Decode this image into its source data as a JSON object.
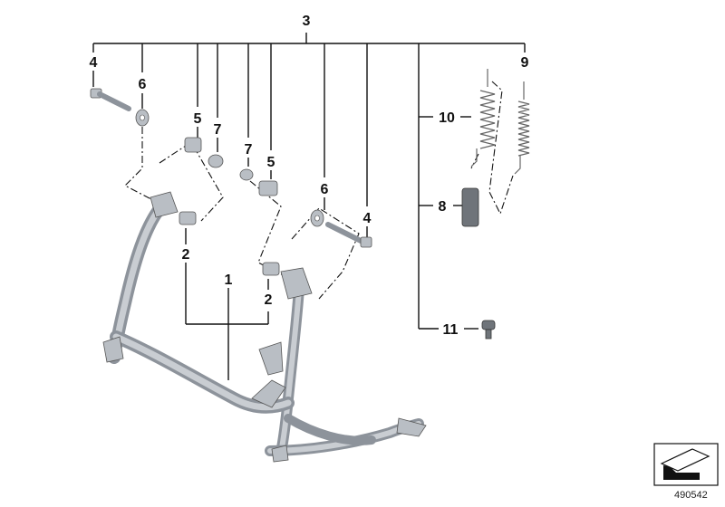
{
  "labels": {
    "l1": "1",
    "l2a": "2",
    "l2b": "2",
    "l3": "3",
    "l4a": "4",
    "l4b": "4",
    "l5a": "5",
    "l5b": "5",
    "l6a": "6",
    "l6b": "6",
    "l7a": "7",
    "l7b": "7",
    "l8": "8",
    "l9": "9",
    "l10": "10",
    "l11": "11"
  },
  "reference_number": "490542",
  "icons": {
    "direction": "arrow-symbol-icon"
  }
}
